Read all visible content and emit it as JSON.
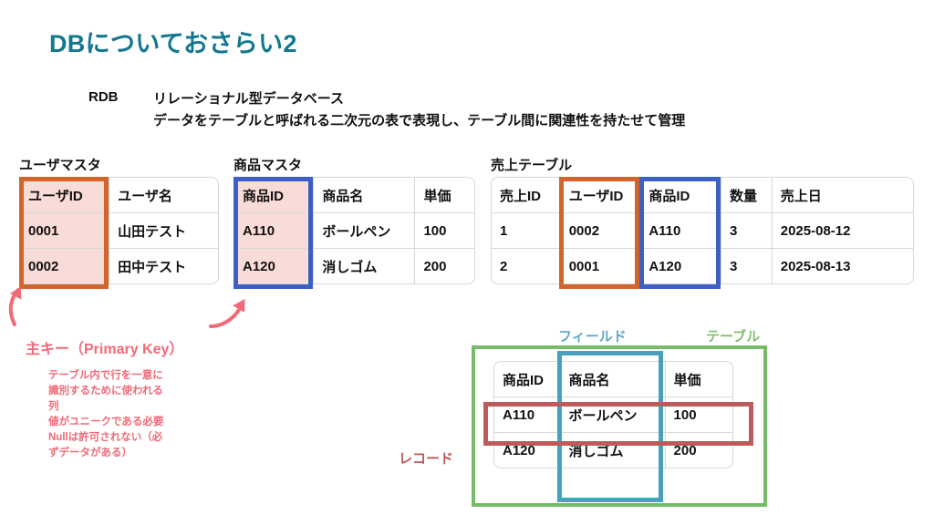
{
  "title": "DBについておさらい2",
  "intro": {
    "term": "RDB",
    "description": "リレーショナル型データベース\nデータをテーブルと呼ばれる二次元の表で表現し、テーブル間に関連性を持たせて管理"
  },
  "tables": {
    "user_master": {
      "caption": "ユーザマスタ",
      "columns": [
        "ユーザID",
        "ユーザ名"
      ],
      "rows": [
        [
          "0001",
          "山田テスト"
        ],
        [
          "0002",
          "田中テスト"
        ]
      ],
      "primary_key": "ユーザID",
      "highlight_color": "#d1652b"
    },
    "product_master": {
      "caption": "商品マスタ",
      "columns": [
        "商品ID",
        "商品名",
        "単価"
      ],
      "rows": [
        [
          "A110",
          "ボールペン",
          "100"
        ],
        [
          "A120",
          "消しゴム",
          "200"
        ]
      ],
      "primary_key": "商品ID",
      "highlight_color": "#3d5fc4"
    },
    "sales": {
      "caption": "売上テーブル",
      "columns": [
        "売上ID",
        "ユーザID",
        "商品ID",
        "数量",
        "売上日"
      ],
      "rows": [
        [
          "1",
          "0002",
          "A110",
          "3",
          "2025-08-12"
        ],
        [
          "2",
          "0001",
          "A120",
          "3",
          "2025-08-13"
        ]
      ],
      "foreign_keys": [
        {
          "column": "ユーザID",
          "color": "#d1652b"
        },
        {
          "column": "商品ID",
          "color": "#3d5fc4"
        }
      ]
    },
    "anatomy": {
      "columns": [
        "商品ID",
        "商品名",
        "単価"
      ],
      "rows": [
        [
          "A110",
          "ボールペン",
          "100"
        ],
        [
          "A120",
          "消しゴム",
          "200"
        ]
      ]
    }
  },
  "annotations": {
    "primary_key_heading": "主キー（Primary Key）",
    "primary_key_body": "テーブル内で行を一意に\n識別するために使われる\n列\n値がユニークである必要\nNullは許可されない（必\nずデータがある）",
    "primary_key_color": "#f06a77",
    "field_label": "フィールド",
    "field_color": "#63aac8",
    "table_label": "テーブル",
    "table_color": "#83be73",
    "record_label": "レコード",
    "record_color": "#bb5b5b"
  },
  "theme": {
    "title_color": "#13788f",
    "pk_fill": "#f9dcd7",
    "background": "#ffffff",
    "grid_line": "#d8d8d8"
  }
}
